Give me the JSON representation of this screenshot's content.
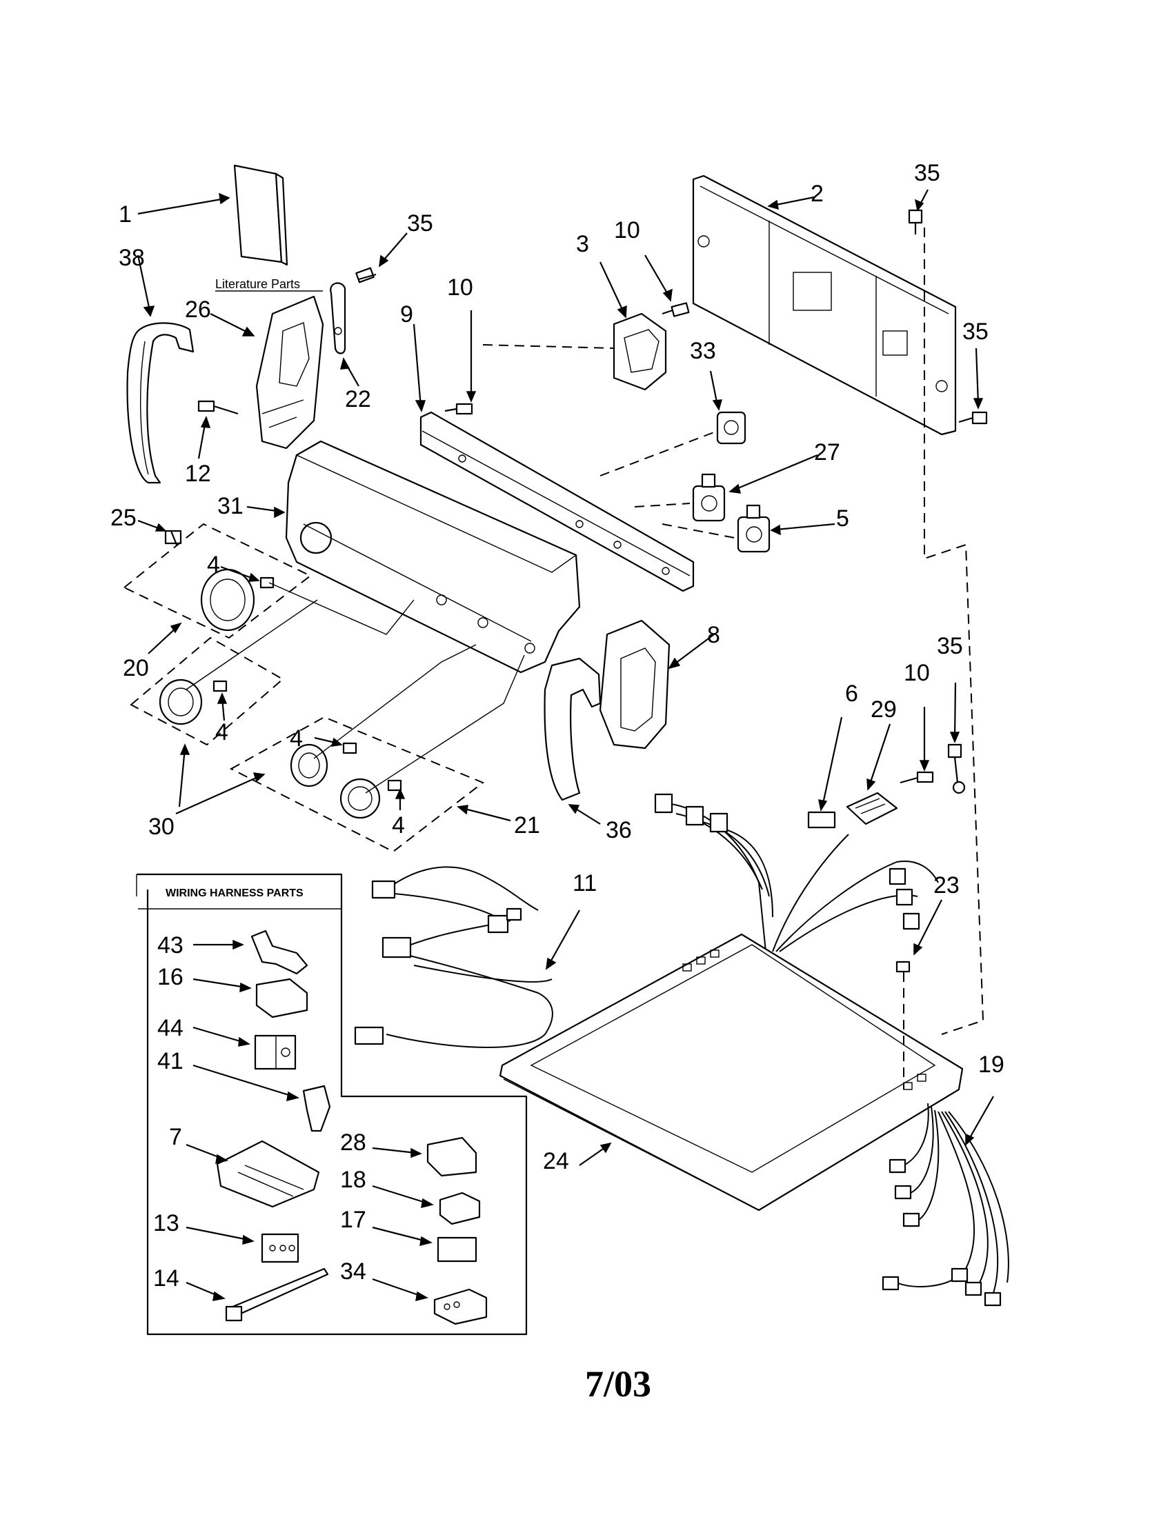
{
  "literature_label": "Literature Parts",
  "harness_box_title": "WIRING HARNESS PARTS",
  "date_code": "7/03",
  "callouts": {
    "c1": "1",
    "c38": "38",
    "c26": "26",
    "c35a": "35",
    "c22": "22",
    "c12": "12",
    "c10a": "10",
    "c9": "9",
    "c3": "3",
    "c10b": "10",
    "c33": "33",
    "c2": "2",
    "c35b": "35",
    "c35c": "35",
    "c31": "31",
    "c25": "25",
    "c27": "27",
    "c5": "5",
    "c4a": "4",
    "c20": "20",
    "c4b": "4",
    "c4c": "4",
    "c4d": "4",
    "c30": "30",
    "c21": "21",
    "c8": "8",
    "c36": "36",
    "c6": "6",
    "c29": "29",
    "c10c": "10",
    "c35d": "35",
    "c11": "11",
    "c23": "23",
    "c19": "19",
    "c24": "24",
    "c43": "43",
    "c16": "16",
    "c44": "44",
    "c41": "41",
    "c7": "7",
    "c13": "13",
    "c14": "14",
    "c28": "28",
    "c18": "18",
    "c17": "17",
    "c34": "34"
  }
}
